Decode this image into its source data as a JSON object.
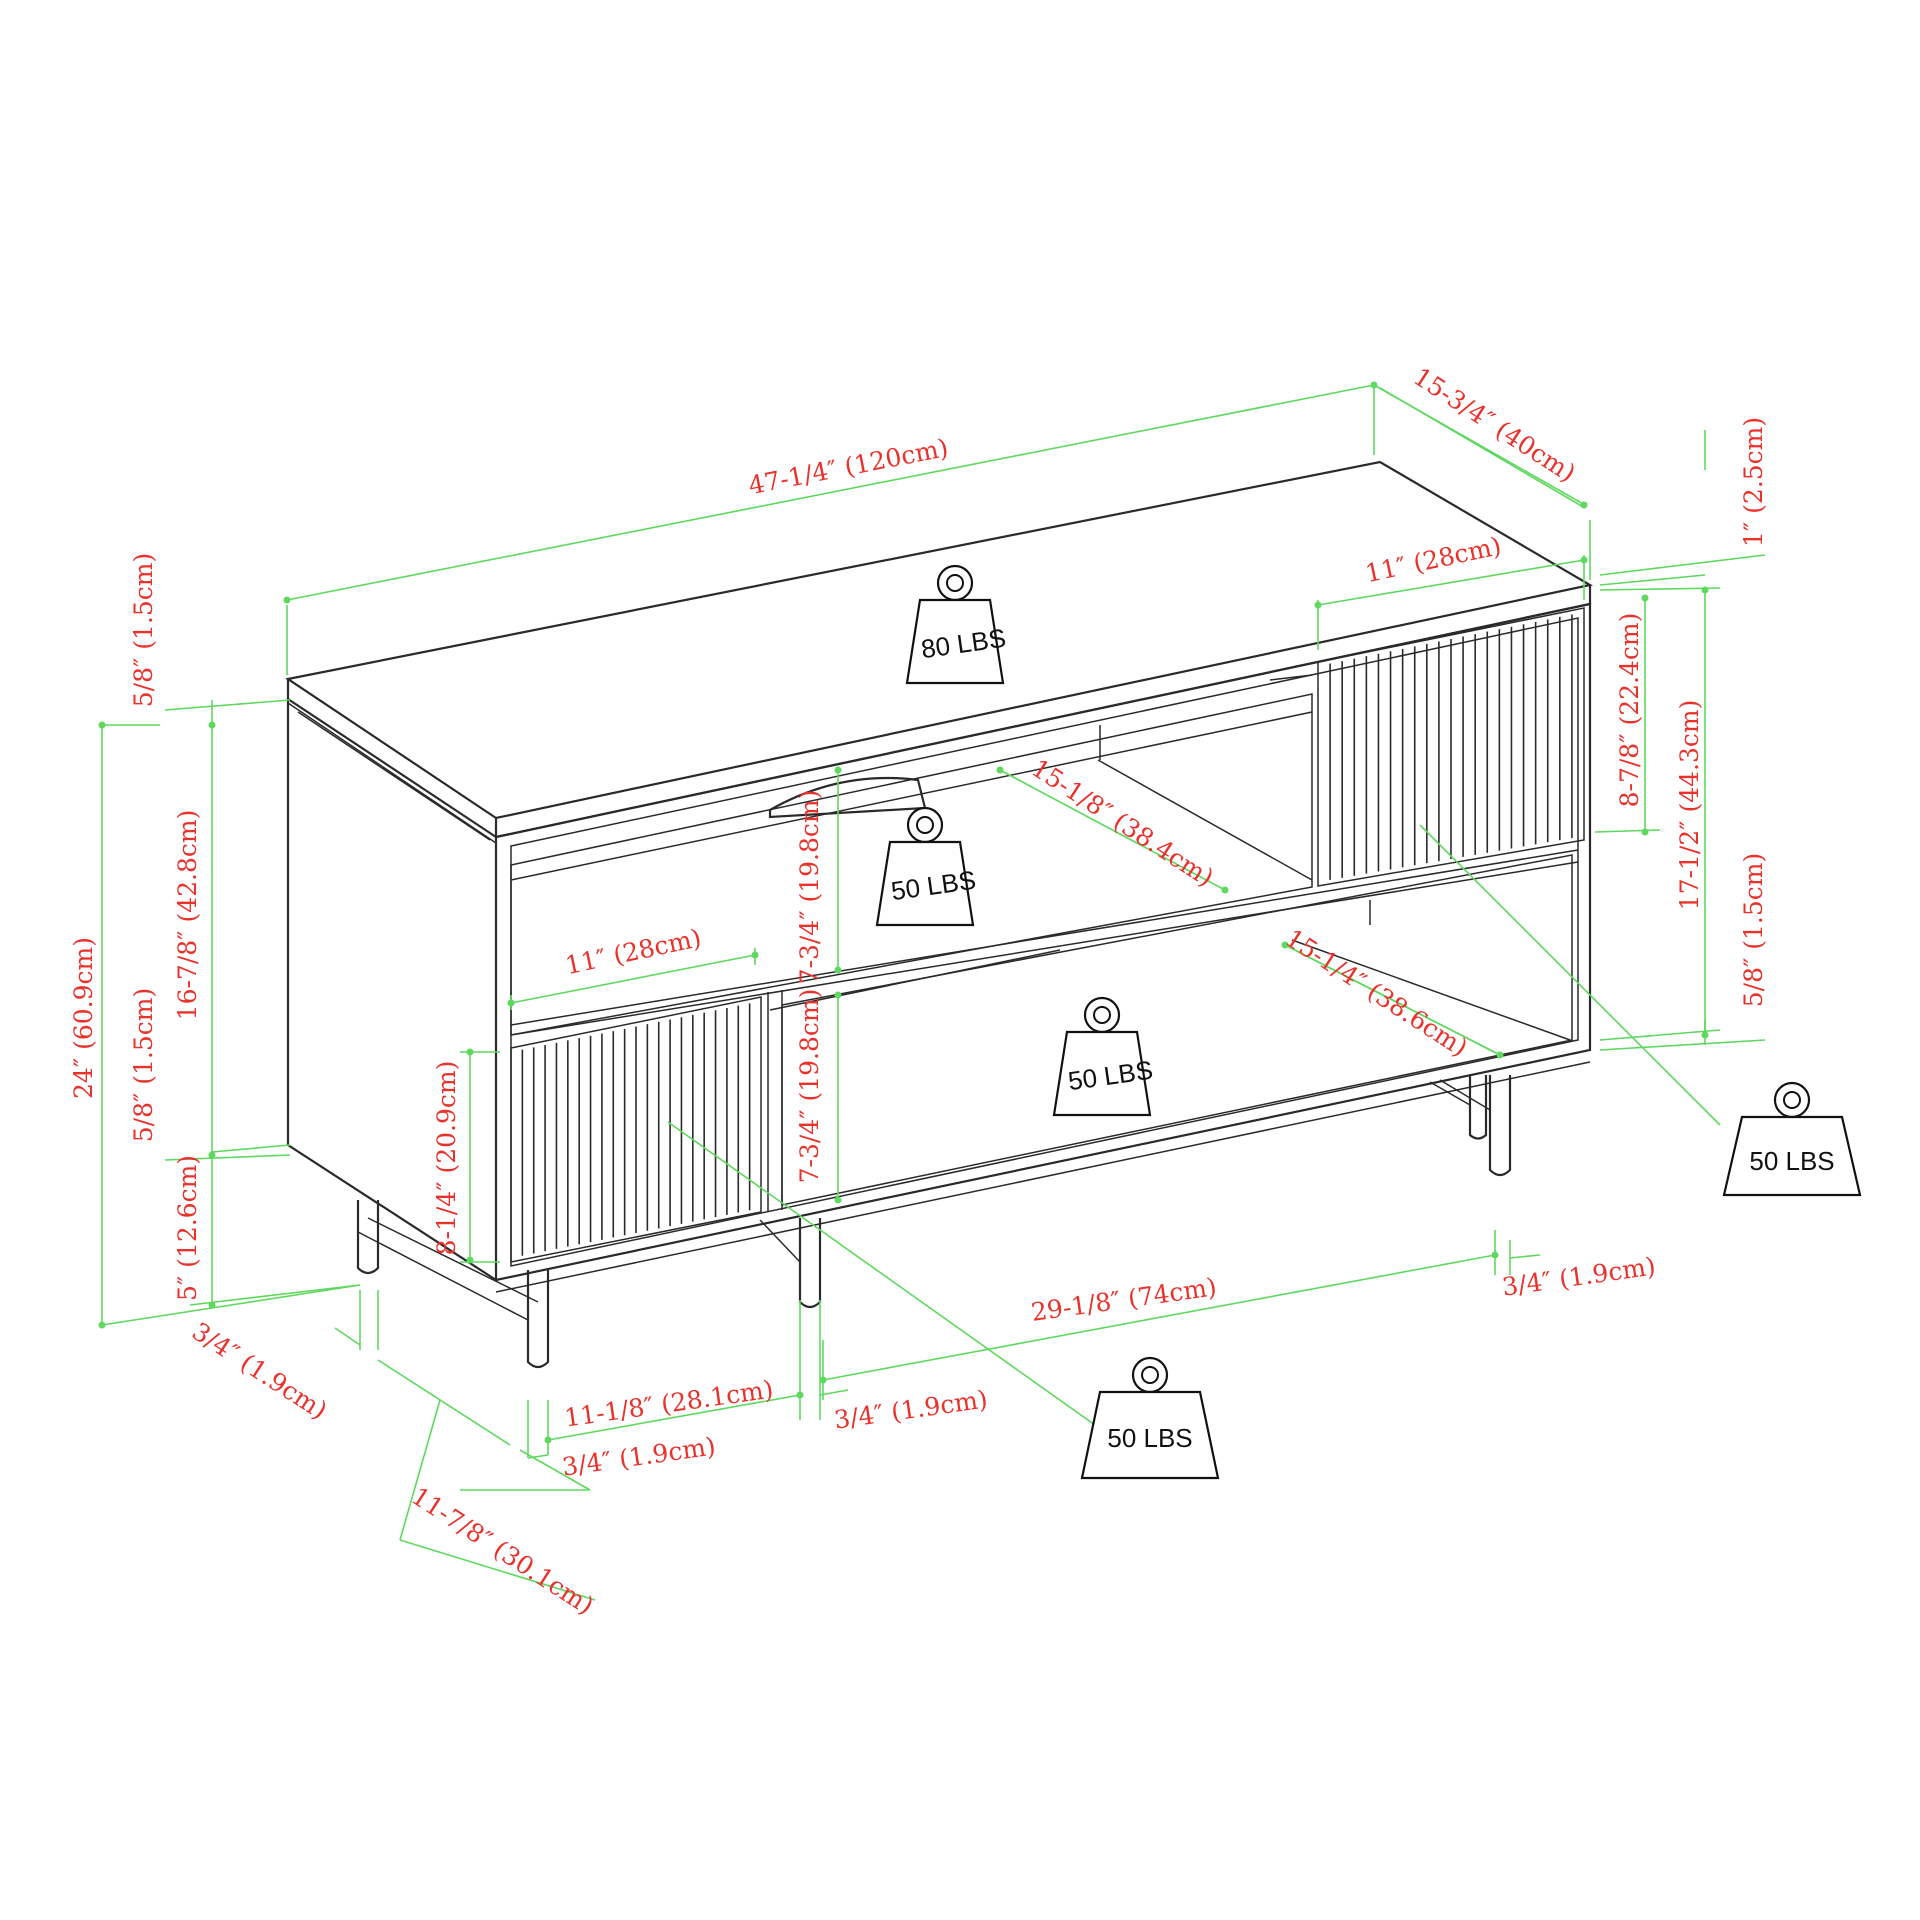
{
  "colors": {
    "drawing": "#2a2a2a",
    "dimension_line": "#5ed85e",
    "dimension_text": "#e8322b",
    "background": "#ffffff"
  },
  "icons": {
    "weight": "weight-icon"
  },
  "dimensions": {
    "overall_width": "47-1/4″ (120cm)",
    "overall_depth": "15-3/4″ (40cm)",
    "top_thickness_right": "1″ (2.5cm)",
    "door_width_right": "11″ (28cm)",
    "upper_shelf_left": "5/8″ (1.5cm)",
    "door_height_right": "8-7/8″ (22.4cm)",
    "inner_height_right": "17-1/2″ (44.3cm)",
    "shelf_right": "5/8″ (1.5cm)",
    "overall_height": "24″ (60.9cm)",
    "inner_height_left": "16-7/8″ (42.8cm)",
    "mid_shelf_left": "5/8″ (1.5cm)",
    "leg_height": "5″ (12.6cm)",
    "upper_open_depth": "15-1/8″ (38.4cm)",
    "upper_drawer_height": "7-3/4″ (19.8cm)",
    "upper_drawer_width": "11″ (28cm)",
    "lower_open_depth": "15-1/4″ (38.6cm)",
    "lower_drawer_height": "7-3/4″ (19.8cm)",
    "door_height_left": "8-1/4″ (20.9cm)",
    "leg_span": "29-1/8″ (74cm)",
    "leg_right": "3/4″ (1.9cm)",
    "leg_left_side": "3/4″ (1.9cm)",
    "leg_center_span": "11-1/8″ (28.1cm)",
    "leg_center": "3/4″ (1.9cm)",
    "leg_front_left": "3/4″ (1.9cm)",
    "leg_depth": "11-7/8″ (30.1cm)"
  },
  "weights": {
    "top": "80 LBS",
    "upper_drawer": "50 LBS",
    "lower_drawer": "50 LBS",
    "right_door": "50 LBS",
    "left_door": "50 LBS"
  }
}
